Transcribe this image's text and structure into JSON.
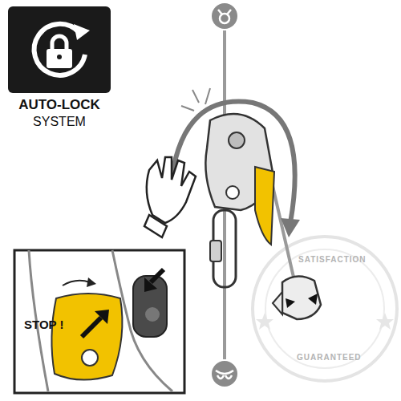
{
  "diagram": {
    "labels": [
      "AUTO-LOCK",
      "SYSTEM",
      "STOP !",
      "SATISFACTION",
      "GUARANTEED"
    ]
  }
}
